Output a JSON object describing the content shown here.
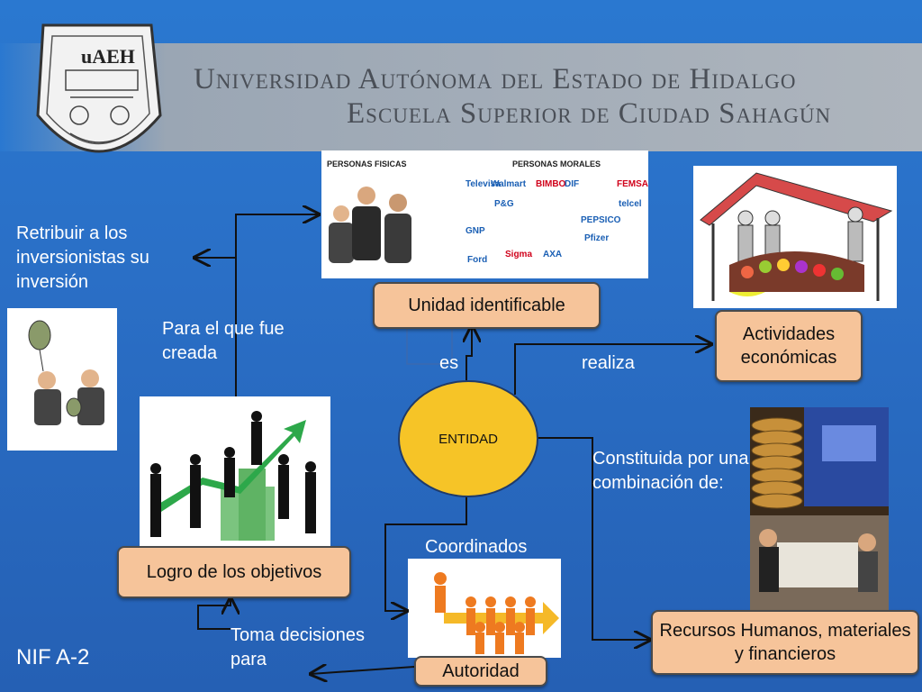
{
  "header": {
    "line1": "Universidad Autónoma del Estado de Hidalgo",
    "line2": "Escuela Superior de Ciudad Sahagún",
    "logo_text": "uAEH"
  },
  "photo_personas": {
    "left_label": "PERSONAS FISICAS",
    "right_label": "PERSONAS MORALES",
    "brands": [
      "Walmart",
      "BIMBO",
      "DIF",
      "FEMSA",
      "P&G",
      "telcel",
      "PEPSICO",
      "GNP",
      "Pfizer",
      "Sigma",
      "AXA",
      "Ford",
      "Televisa"
    ]
  },
  "nodes": {
    "center": "ENTIDAD",
    "unidad": "Unidad identificable",
    "actividades": "Actividades económicas",
    "recursos": "Recursos Humanos, materiales y financieros",
    "logro": "Logro de los objetivos",
    "autoridad": "Autoridad"
  },
  "labels": {
    "retribuir": "Retribuir a los inversionistas su inversión",
    "para_el_que": "Para el que fue creada",
    "es": "es",
    "realiza": "realiza",
    "constituida": "Constituida por una combinación de:",
    "coordinados": "Coordinados",
    "toma": "Toma decisiones para",
    "nif": "NIF A-2"
  },
  "colors": {
    "background": "#2a6fc6",
    "box_fill": "#f6c49a",
    "ellipse_fill": "#f6c427"
  }
}
